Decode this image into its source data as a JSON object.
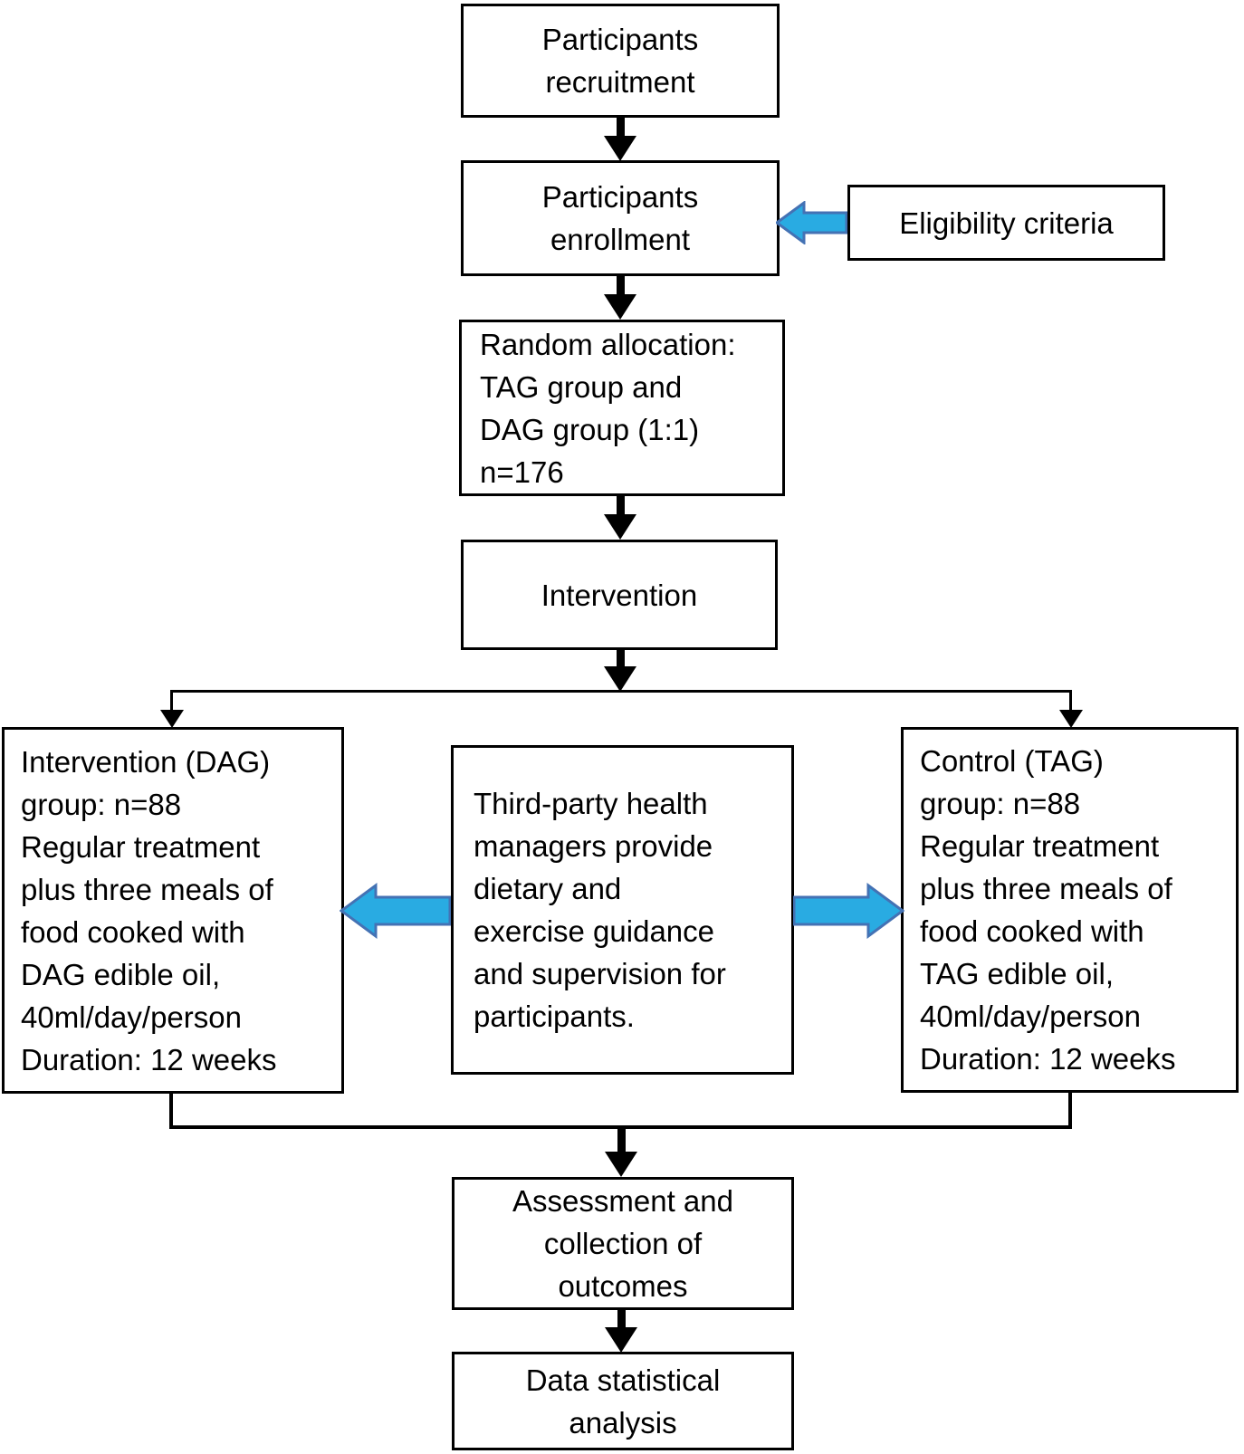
{
  "flow": {
    "recruitment": "Participants\nrecruitment",
    "enrollment": "Participants\nenrollment",
    "eligibility": "Eligibility criteria",
    "random_allocation": "Random allocation:\nTAG group and\nDAG group (1:1)\nn=176",
    "intervention": "Intervention",
    "dag_group": "Intervention (DAG)\ngroup: n=88\nRegular treatment\nplus three meals of\nfood cooked with\nDAG edible oil,\n40ml/day/person\nDuration: 12 weeks",
    "health_managers": "Third-party health\nmanagers provide\ndietary and\nexercise guidance\nand supervision for\nparticipants.",
    "tag_group": "Control (TAG)\ngroup: n=88\nRegular treatment\nplus three meals of\nfood cooked with\nTAG edible oil,\n40ml/day/person\nDuration: 12 weeks",
    "assessment": "Assessment and\ncollection of\noutcomes",
    "analysis": "Data statistical\nanalysis"
  },
  "colors": {
    "background": "#FFFFFF",
    "line": "#000000",
    "blue_arrow_fill": "#29ABE2",
    "blue_arrow_stroke": "#4472B4"
  }
}
